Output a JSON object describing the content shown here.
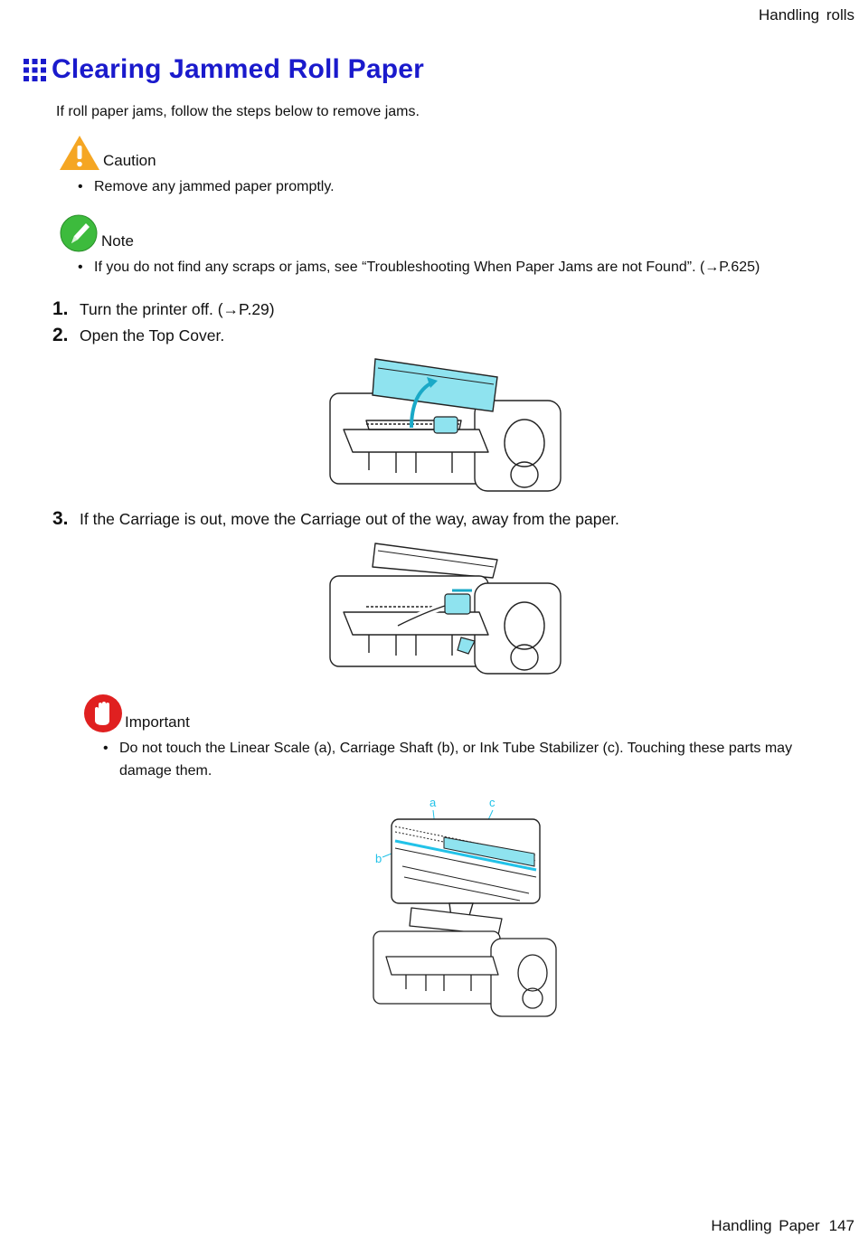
{
  "header": {
    "section": "Handling rolls"
  },
  "title": "Clearing Jammed Roll Paper",
  "intro": "If roll paper jams, follow the steps below to remove jams.",
  "caution": {
    "label": "Caution",
    "bullets": [
      "Remove any jammed paper promptly."
    ]
  },
  "note": {
    "label": "Note",
    "bullets": [
      "If you do not find any scraps or jams, see “Troubleshooting When Paper Jams are not Found”. (→P.625)"
    ]
  },
  "steps": [
    {
      "num": "1.",
      "text": "Turn the printer off.  (→P.29)"
    },
    {
      "num": "2.",
      "text": "Open the Top Cover."
    },
    {
      "num": "3.",
      "text": "If the Carriage is out, move the Carriage out of the way, away from the paper."
    }
  ],
  "important": {
    "label": "Important",
    "bullets": [
      "Do not touch the Linear Scale (a), Carriage Shaft (b), or Ink Tube Stabilizer (c).  Touching these parts may damage them."
    ]
  },
  "figure3": {
    "callout_a": "a",
    "callout_b": "b",
    "callout_c": "c"
  },
  "footer": {
    "section": "Handling Paper",
    "page": "147"
  },
  "colors": {
    "title": "#1a1acc",
    "caution": "#f5a623",
    "note": "#3dbb3d",
    "important": "#e02020",
    "highlight": "#8fe3ef",
    "callout": "#22c2e8"
  }
}
